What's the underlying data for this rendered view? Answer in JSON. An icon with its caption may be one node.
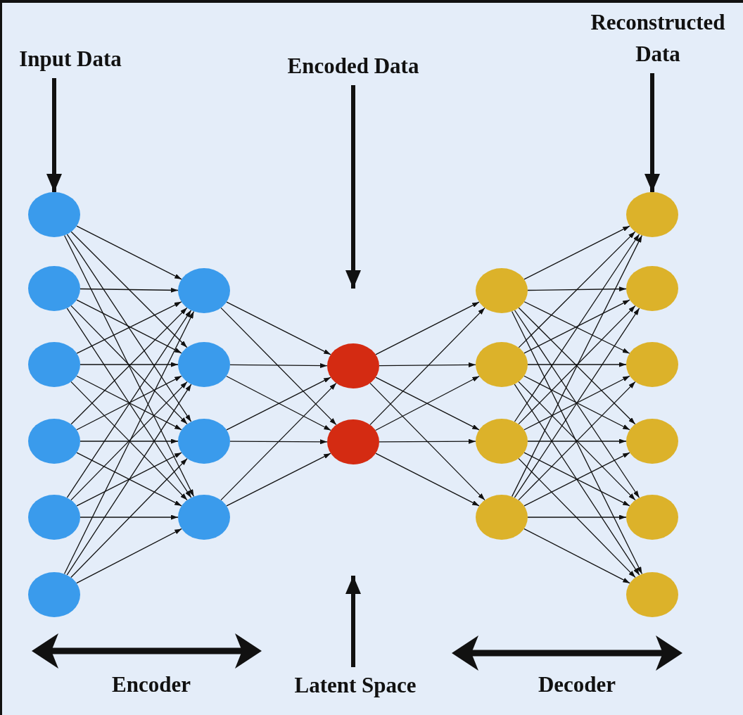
{
  "diagram": {
    "nodes": [
      {
        "text": [
          "Input Data"
        ]
      },
      {
        "text": [
          "Encoded Data"
        ]
      },
      {
        "text": [
          "Reconstructed Data"
        ]
      },
      {
        "text": [],
        "shape": "circle"
      },
      {
        "text": [],
        "shape": "circle"
      },
      {
        "text": [],
        "shape": "circle"
      },
      {
        "text": [],
        "shape": "circle"
      },
      {
        "text": [],
        "shape": "circle"
      },
      {
        "text": [],
        "shape": "circle"
      },
      {
        "text": [],
        "shape": "circle"
      },
      {
        "text": [],
        "shape": "circle"
      },
      {
        "text": [],
        "shape": "circle"
      },
      {
        "text": [],
        "shape": "circle"
      },
      {
        "text": [],
        "shape": "circle"
      },
      {
        "text": [],
        "shape": "circle"
      },
      {
        "text": [],
        "shape": "circle"
      },
      {
        "text": [],
        "shape": "circle"
      },
      {
        "text": [],
        "shape": "circle"
      },
      {
        "text": [],
        "shape": "circle"
      },
      {
        "text": [],
        "shape": "circle"
      },
      {
        "text": [],
        "shape": "circle"
      },
      {
        "text": [],
        "shape": "circle"
      },
      {
        "text": [],
        "shape": "circle"
      },
      {
        "text": [],
        "shape": "circle"
      },
      {
        "text": [],
        "shape": "circle"
      },
      {
        "text": [
          "Latent Space"
        ]
      }
    ],
    "edges": [
      {
        "from": 0,
        "to": 3,
        "arrow": "to",
        "style": "thick"
      },
      {
        "from": 1,
        "to": null,
        "arrow": "to",
        "style": "thick"
      },
      {
        "from": 2,
        "to": 19,
        "arrow": "to",
        "style": "thick"
      },
      {
        "from": 25,
        "to": null,
        "arrow": "to",
        "style": "thick"
      },
      {
        "from": 3,
        "to": 9,
        "arrow": "to"
      },
      {
        "from": 3,
        "to": 10,
        "arrow": "to"
      },
      {
        "from": 3,
        "to": 11,
        "arrow": "to"
      },
      {
        "from": 3,
        "to": 12,
        "arrow": "to"
      },
      {
        "from": 4,
        "to": 9,
        "arrow": "to"
      },
      {
        "from": 4,
        "to": 10,
        "arrow": "to"
      },
      {
        "from": 4,
        "to": 11,
        "arrow": "to"
      },
      {
        "from": 4,
        "to": 12,
        "arrow": "to"
      },
      {
        "from": 5,
        "to": 9,
        "arrow": "to"
      },
      {
        "from": 5,
        "to": 10,
        "arrow": "to"
      },
      {
        "from": 5,
        "to": 11,
        "arrow": "to"
      },
      {
        "from": 5,
        "to": 12,
        "arrow": "to"
      },
      {
        "from": 6,
        "to": 9,
        "arrow": "to"
      },
      {
        "from": 6,
        "to": 10,
        "arrow": "to"
      },
      {
        "from": 6,
        "to": 11,
        "arrow": "to"
      },
      {
        "from": 6,
        "to": 12,
        "arrow": "to"
      },
      {
        "from": 7,
        "to": 9,
        "arrow": "to"
      },
      {
        "from": 7,
        "to": 10,
        "arrow": "to"
      },
      {
        "from": 7,
        "to": 11,
        "arrow": "to"
      },
      {
        "from": 7,
        "to": 12,
        "arrow": "to"
      },
      {
        "from": 8,
        "to": 9,
        "arrow": "to"
      },
      {
        "from": 8,
        "to": 10,
        "arrow": "to"
      },
      {
        "from": 8,
        "to": 11,
        "arrow": "to"
      },
      {
        "from": 8,
        "to": 12,
        "arrow": "to"
      },
      {
        "from": 9,
        "to": 13,
        "arrow": "to"
      },
      {
        "from": 9,
        "to": 14,
        "arrow": "to"
      },
      {
        "from": 10,
        "to": 13,
        "arrow": "to"
      },
      {
        "from": 10,
        "to": 14,
        "arrow": "to"
      },
      {
        "from": 11,
        "to": 13,
        "arrow": "to"
      },
      {
        "from": 11,
        "to": 14,
        "arrow": "to"
      },
      {
        "from": 12,
        "to": 13,
        "arrow": "to"
      },
      {
        "from": 12,
        "to": 14,
        "arrow": "to"
      },
      {
        "from": 13,
        "to": 15,
        "arrow": "to"
      },
      {
        "from": 13,
        "to": 16,
        "arrow": "to"
      },
      {
        "from": 13,
        "to": 17,
        "arrow": "to"
      },
      {
        "from": 13,
        "to": 18,
        "arrow": "to"
      },
      {
        "from": 14,
        "to": 15,
        "arrow": "to"
      },
      {
        "from": 14,
        "to": 16,
        "arrow": "to"
      },
      {
        "from": 14,
        "to": 17,
        "arrow": "to"
      },
      {
        "from": 14,
        "to": 18,
        "arrow": "to"
      },
      {
        "from": 15,
        "to": 19,
        "arrow": "to"
      },
      {
        "from": 15,
        "to": 20,
        "arrow": "to"
      },
      {
        "from": 15,
        "to": 21,
        "arrow": "to"
      },
      {
        "from": 15,
        "to": 22,
        "arrow": "to"
      },
      {
        "from": 15,
        "to": 23,
        "arrow": "to"
      },
      {
        "from": 15,
        "to": 24,
        "arrow": "to"
      },
      {
        "from": 16,
        "to": 19,
        "arrow": "to"
      },
      {
        "from": 16,
        "to": 20,
        "arrow": "to"
      },
      {
        "from": 16,
        "to": 21,
        "arrow": "to"
      },
      {
        "from": 16,
        "to": 22,
        "arrow": "to"
      },
      {
        "from": 16,
        "to": 23,
        "arrow": "to"
      },
      {
        "from": 16,
        "to": 24,
        "arrow": "to"
      },
      {
        "from": 17,
        "to": 19,
        "arrow": "to"
      },
      {
        "from": 17,
        "to": 20,
        "arrow": "to"
      },
      {
        "from": 17,
        "to": 21,
        "arrow": "to"
      },
      {
        "from": 17,
        "to": 22,
        "arrow": "to"
      },
      {
        "from": 17,
        "to": 23,
        "arrow": "to"
      },
      {
        "from": 17,
        "to": 24,
        "arrow": "to"
      },
      {
        "from": 18,
        "to": 19,
        "arrow": "to"
      },
      {
        "from": 18,
        "to": 20,
        "arrow": "to"
      },
      {
        "from": 18,
        "to": 21,
        "arrow": "to"
      },
      {
        "from": 18,
        "to": 22,
        "arrow": "to"
      },
      {
        "from": 18,
        "to": 23,
        "arrow": "to"
      },
      {
        "from": 18,
        "to": 24,
        "arrow": "to"
      }
    ],
    "labels": [
      "Encoder",
      "Decoder"
    ]
  }
}
